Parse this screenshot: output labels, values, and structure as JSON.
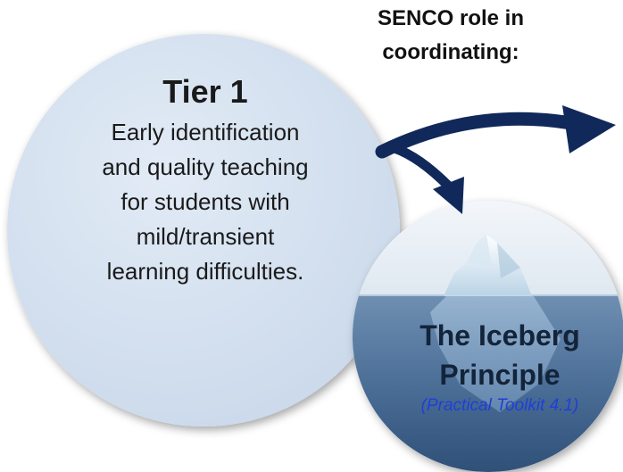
{
  "header": {
    "line1": "SENCO role in",
    "line2": "coordinating:"
  },
  "tier": {
    "title": "Tier 1",
    "description_lines": [
      "Early identification",
      "and quality teaching",
      "for students with",
      "mild/transient",
      "learning difficulties."
    ]
  },
  "iceberg": {
    "title_line1": "The Iceberg",
    "title_line2": "Principle",
    "reference": "(Practical Toolkit 4.1)"
  },
  "colors": {
    "tier_fill": "#d6e2f0",
    "arrow": "#10295a",
    "reference_text": "#1f3fd8",
    "water_dark": "#3b5f87",
    "sky_light": "#eef3f8"
  }
}
